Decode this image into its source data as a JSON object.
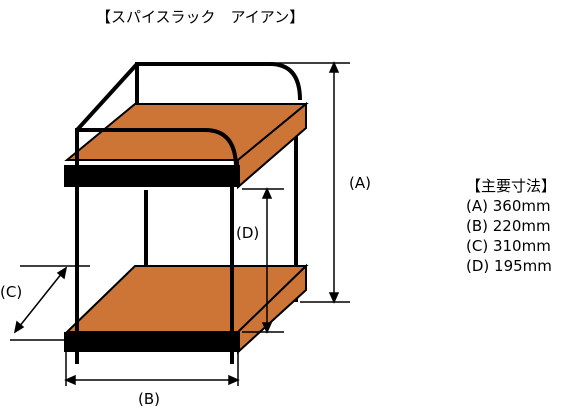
{
  "title": "【スパイスラック　アイアン】",
  "labels": {
    "a": "(A)",
    "b": "(B)",
    "c": "(C)",
    "d": "(D)"
  },
  "specs": {
    "heading": "【主要寸法】",
    "items": [
      "(A) 360mm",
      "(B) 220mm",
      "(C) 310mm",
      "(D) 195mm"
    ]
  },
  "colors": {
    "wood": "#cd7536",
    "iron": "#000000"
  }
}
